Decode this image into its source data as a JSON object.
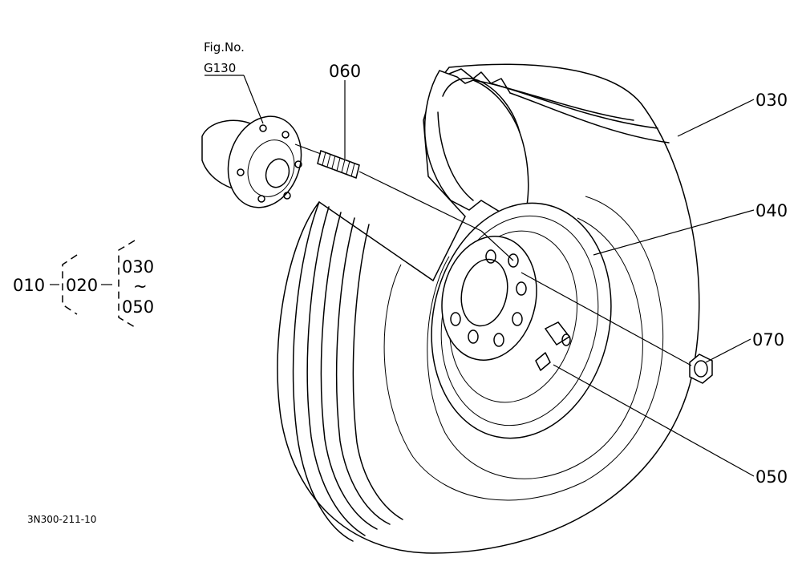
{
  "figure_ref": {
    "label": "Fig.No.",
    "number": "G130"
  },
  "callouts": {
    "p060": "060",
    "p030": "030",
    "p040": "040",
    "p070": "070",
    "p050": "050"
  },
  "assembly": {
    "a010": "010",
    "a020": "020",
    "a030": "030",
    "tilde": "~",
    "a050": "050"
  },
  "drawing_number": "3N300-211-10"
}
